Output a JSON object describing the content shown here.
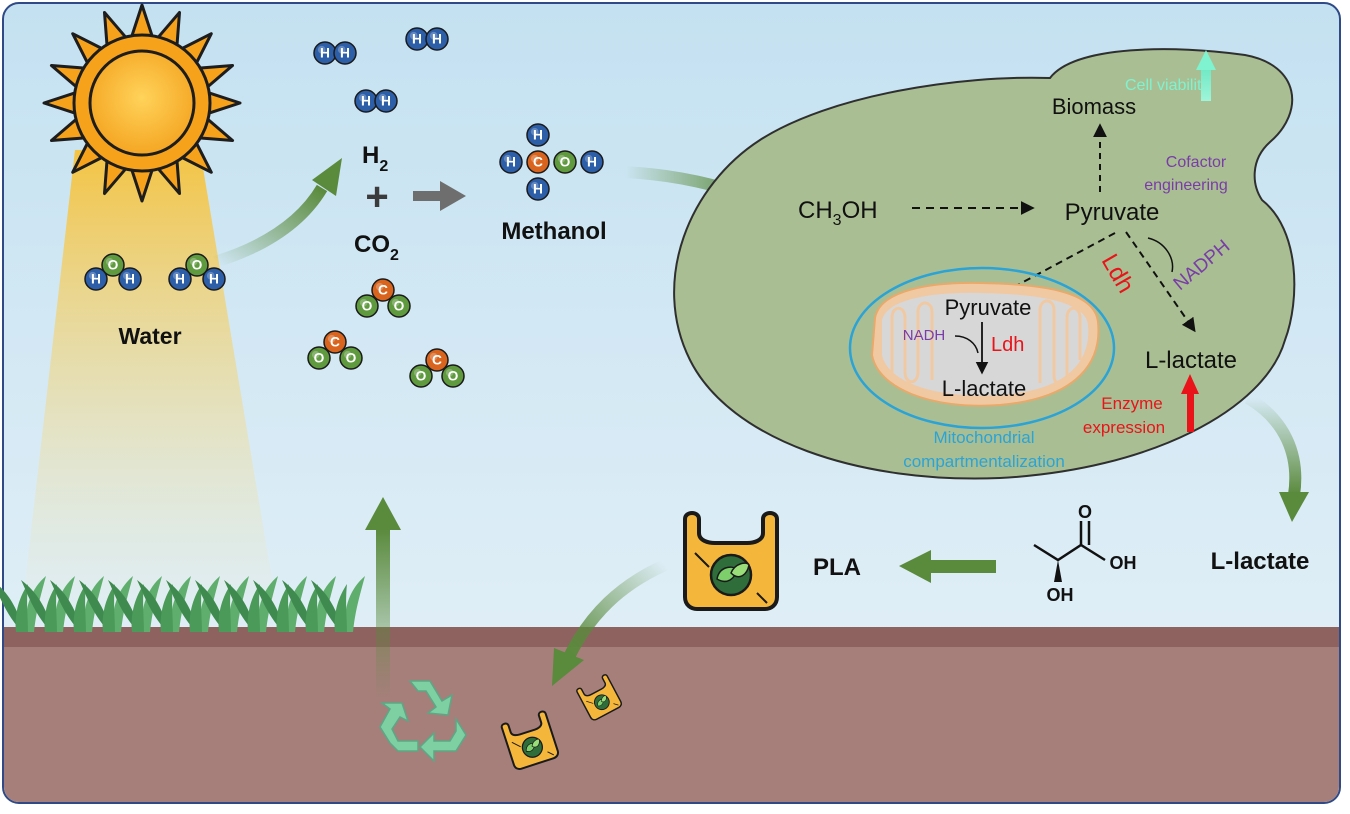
{
  "scene": {
    "water_label": "Water",
    "h2_label": "H",
    "h2_sub": "2",
    "plus": "+",
    "co2_label": "CO",
    "co2_sub": "2",
    "methanol_label": "Methanol",
    "pla_label": "PLA",
    "lactate_product_label": "L-lactate",
    "lactate_oh1": "OH",
    "lactate_oh2": "OH",
    "lactate_o": "O"
  },
  "atoms": {
    "hydrogen": "H",
    "oxygen": "O",
    "carbon": "C"
  },
  "cell": {
    "biomass": "Biomass",
    "cell_viability": "Cell viability",
    "cofactor_line1": "Cofactor",
    "cofactor_line2": "engineering",
    "methanol_formula_a": "CH",
    "methanol_formula_sub": "3",
    "methanol_formula_b": "OH",
    "pyruvate": "Pyruvate",
    "ldh": "Ldh",
    "nadph": "NADPH",
    "l_lactate": "L-lactate",
    "enzyme_line1": "Enzyme",
    "enzyme_line2": "expression",
    "mito_pyruvate": "Pyruvate",
    "mito_nadh": "NADH",
    "mito_ldh": "Ldh",
    "mito_lactate": "L-lactate",
    "mito_label_line1": "Mitochondrial",
    "mito_label_line2": "compartmentalization"
  },
  "colors": {
    "sky": "#cfe6f2",
    "soil": "#a67f7b",
    "soil_top": "#8d625f",
    "cell_fill": "#a9bf93",
    "arrow_green": "#5a8a3c",
    "hydrogen_blue": "#2d5fa8",
    "oxygen_green": "#5f9a3e",
    "carbon_orange": "#d9641e",
    "red": "#e8141a",
    "purple": "#7a3ca8",
    "cyan": "#2ba3d6",
    "mint": "#7ff2cf"
  }
}
